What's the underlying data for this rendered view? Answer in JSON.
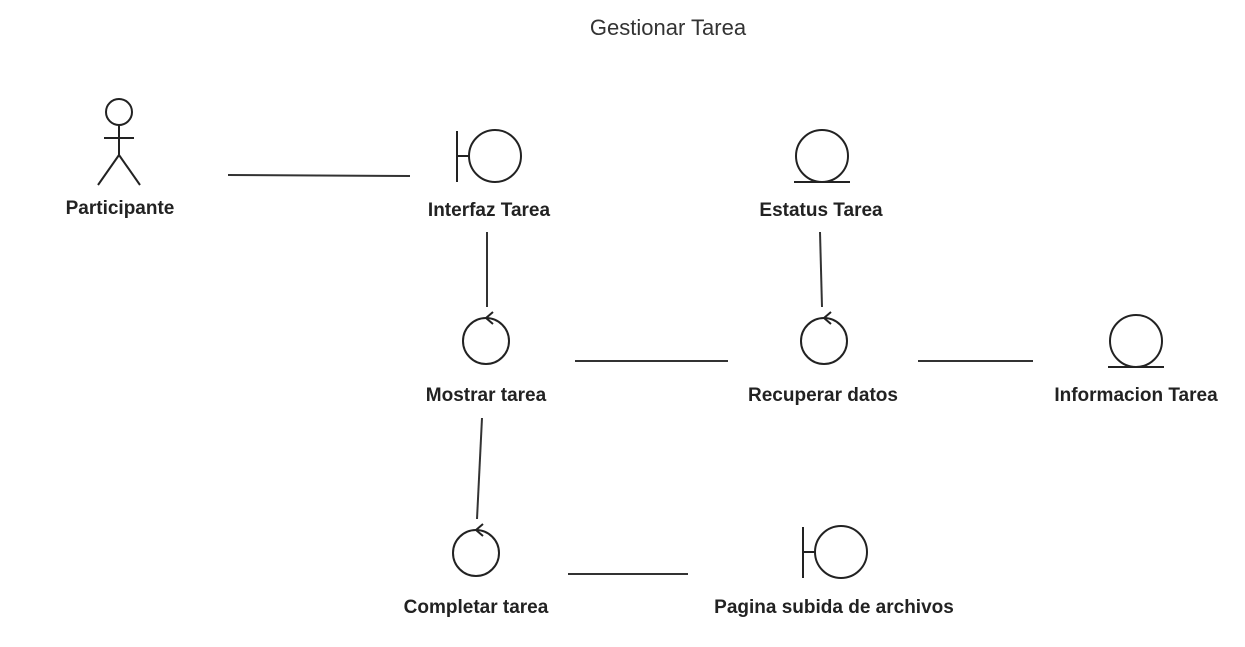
{
  "diagram": {
    "title": "Gestionar Tarea",
    "nodes": {
      "participante": {
        "label": "Participante",
        "kind": "actor"
      },
      "interfaz_tarea": {
        "label": "Interfaz Tarea",
        "kind": "boundary"
      },
      "estatus_tarea": {
        "label": "Estatus Tarea",
        "kind": "entity"
      },
      "mostrar_tarea": {
        "label": "Mostrar tarea",
        "kind": "control"
      },
      "recuperar_datos": {
        "label": "Recuperar datos",
        "kind": "control"
      },
      "informacion_tarea": {
        "label": "Informacion Tarea",
        "kind": "entity"
      },
      "completar_tarea": {
        "label": "Completar tarea",
        "kind": "control"
      },
      "pagina_subida": {
        "label": "Pagina subida de archivos",
        "kind": "boundary"
      }
    },
    "connections": [
      {
        "from": "participante",
        "to": "interfaz_tarea"
      },
      {
        "from": "interfaz_tarea",
        "to": "mostrar_tarea"
      },
      {
        "from": "estatus_tarea",
        "to": "recuperar_datos"
      },
      {
        "from": "mostrar_tarea",
        "to": "recuperar_datos"
      },
      {
        "from": "recuperar_datos",
        "to": "informacion_tarea"
      },
      {
        "from": "mostrar_tarea",
        "to": "completar_tarea"
      },
      {
        "from": "completar_tarea",
        "to": "pagina_subida"
      }
    ]
  }
}
